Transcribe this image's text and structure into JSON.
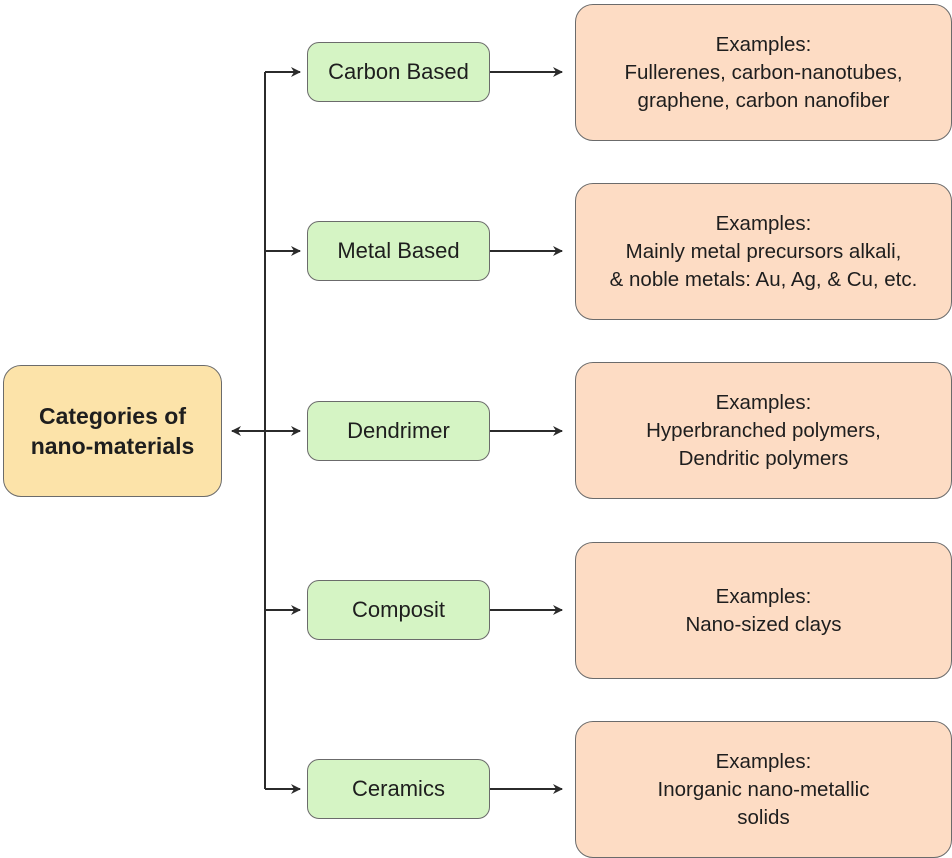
{
  "root": {
    "label_line1": "Categories of",
    "label_line2": "nano-materials"
  },
  "categories": [
    {
      "name": "Carbon Based",
      "examples_heading": "Examples:",
      "examples_lines": [
        "Fullerenes, carbon-nanotubes,",
        "graphene, carbon nanofiber"
      ]
    },
    {
      "name": "Metal Based",
      "examples_heading": "Examples:",
      "examples_lines": [
        "Mainly metal precursors alkali,",
        "& noble metals: Au, Ag, & Cu, etc."
      ]
    },
    {
      "name": "Dendrimer",
      "examples_heading": "Examples:",
      "examples_lines": [
        "Hyperbranched polymers,",
        "Dendritic polymers"
      ]
    },
    {
      "name": "Composit",
      "examples_heading": "Examples:",
      "examples_lines": [
        "Nano-sized clays"
      ]
    },
    {
      "name": "Ceramics",
      "examples_heading": "Examples:",
      "examples_lines": [
        "Inorganic nano-metallic",
        "solids"
      ]
    }
  ],
  "colors": {
    "root_fill": "#fce3a9",
    "category_fill": "#d5f4c4",
    "example_fill": "#fddcc4",
    "stroke": "#2b2b2b"
  }
}
